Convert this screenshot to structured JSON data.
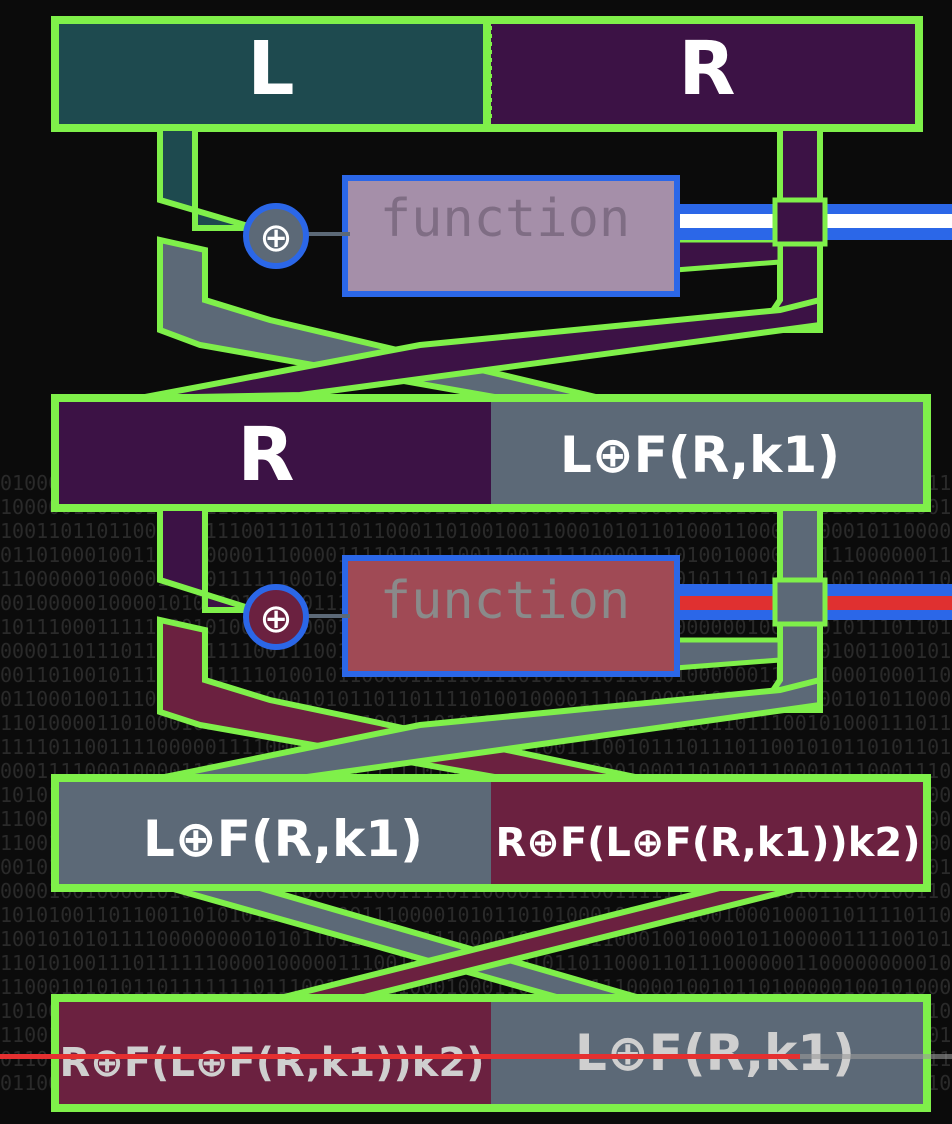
{
  "diagram": {
    "round1": {
      "left_label": "L",
      "right_label": "R",
      "function_label": "function",
      "xor_symbol": "⊕"
    },
    "round2": {
      "left_label": "R",
      "right_label": "L⊕F(R,k1)",
      "function_label": "function",
      "xor_symbol": "⊕"
    },
    "round3": {
      "left_label": "L⊕F(R,k1)",
      "right_label": "R⊕F(L⊕F(R,k1))k2)"
    },
    "output": {
      "left_label": "R⊕F(L⊕F(R,k1))k2)",
      "right_label": "L⊕F(R,k1)"
    },
    "colors": {
      "green_outline": "#7ff04a",
      "teal": "#1e4a4f",
      "purple": "#3c1245",
      "slate": "#5c6977",
      "maroon": "#6b2140",
      "fn1_fill": "#a58fa9",
      "fn2_fill": "#a04a55",
      "blue": "#2b67e8",
      "red": "#e03030",
      "white": "#ffffff"
    }
  },
  "video_player": {
    "progress": 0.84
  }
}
